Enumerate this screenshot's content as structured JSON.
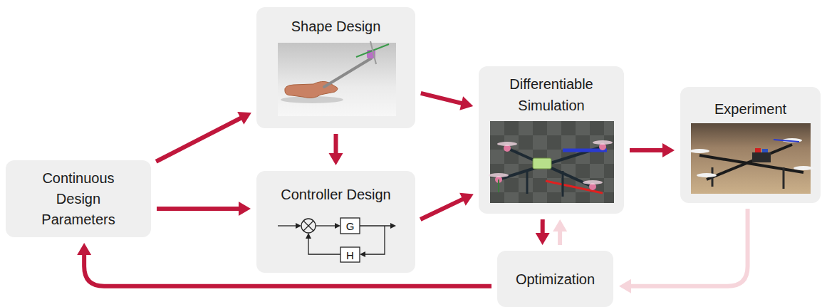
{
  "diagram": {
    "nodes": [
      {
        "text": [
          "Continuous Design Parameters"
        ]
      },
      {
        "text": [
          "Shape Design"
        ]
      },
      {
        "text": [
          "Controller Design"
        ]
      },
      {
        "text": [
          "Differentiable Simulation"
        ]
      },
      {
        "text": [
          "Experiment"
        ]
      },
      {
        "text": [
          "Optimization"
        ]
      }
    ],
    "edges": [
      {
        "from": 0,
        "to": 1,
        "arrow": "to"
      },
      {
        "from": 0,
        "to": 2,
        "arrow": "to"
      },
      {
        "from": 1,
        "to": 2,
        "arrow": "to"
      },
      {
        "from": 1,
        "to": 3,
        "arrow": "to"
      },
      {
        "from": 2,
        "to": 3,
        "arrow": "to"
      },
      {
        "from": 3,
        "to": 4,
        "arrow": "to"
      },
      {
        "from": 3,
        "to": 5,
        "arrow": "to"
      },
      {
        "from": 5,
        "to": 3,
        "arrow": "to"
      },
      {
        "from": 4,
        "to": 5,
        "arrow": "to"
      },
      {
        "from": 5,
        "to": 0,
        "arrow": "to"
      }
    ],
    "labels": [
      "G",
      "H"
    ]
  }
}
